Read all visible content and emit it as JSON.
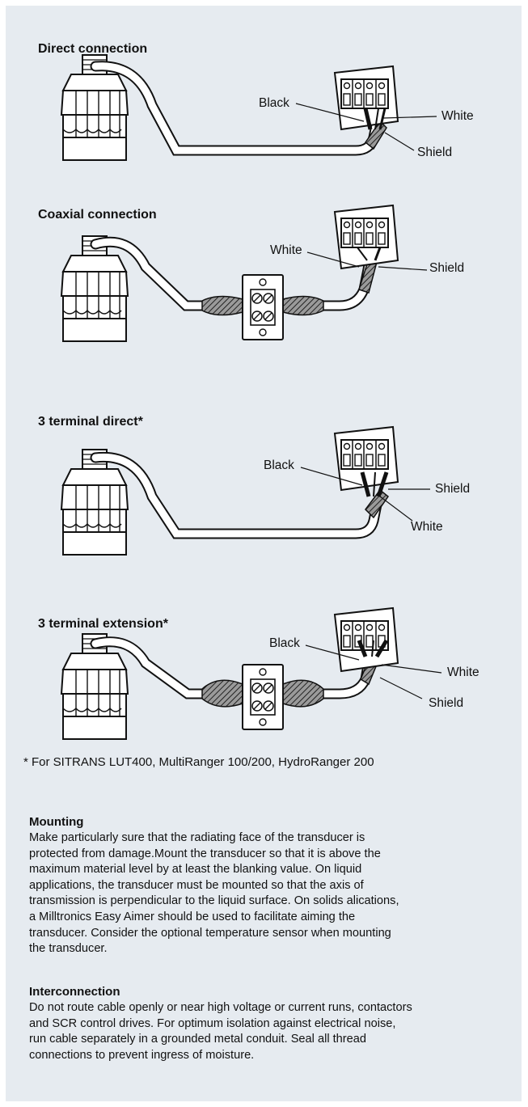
{
  "diagrams": [
    {
      "title": "Direct connection",
      "labels": {
        "black": "Black",
        "white": "White",
        "shield": "Shield"
      }
    },
    {
      "title": "Coaxial connection",
      "labels": {
        "white": "White",
        "shield": "Shield"
      }
    },
    {
      "title": "3  terminal direct*",
      "labels": {
        "black": "Black",
        "white": "White",
        "shield": "Shield"
      }
    },
    {
      "title": "3 terminal extension*",
      "labels": {
        "black": "Black",
        "white": "White",
        "shield": "Shield"
      }
    }
  ],
  "footnote": "* For SITRANS LUT400, MultiRanger 100/200, HydroRanger 200",
  "sections": [
    {
      "heading": "Mounting",
      "lines": [
        "Make particularly sure that the radiating face of the transducer is",
        "protected from damage.Mount the transducer so that it is above the",
        "maximum material level by at least the blanking value. On liquid",
        "applications, the transducer must be mounted so that the axis of",
        "transmission is perpendicular to the liquid surface. On solids alications,",
        "a Milltronics Easy Aimer should be used to facilitate aiming the",
        "transducer. Consider the optional temperature sensor when mounting",
        "the transducer."
      ]
    },
    {
      "heading": "Interconnection",
      "lines": [
        "Do not route cable openly or near high voltage or current runs, contactors",
        "and SCR control drives. For optimum isolation against electrical noise,",
        "run cable separately in a grounded metal conduit. Seal all thread",
        "connections to prevent ingress of moisture."
      ]
    }
  ]
}
